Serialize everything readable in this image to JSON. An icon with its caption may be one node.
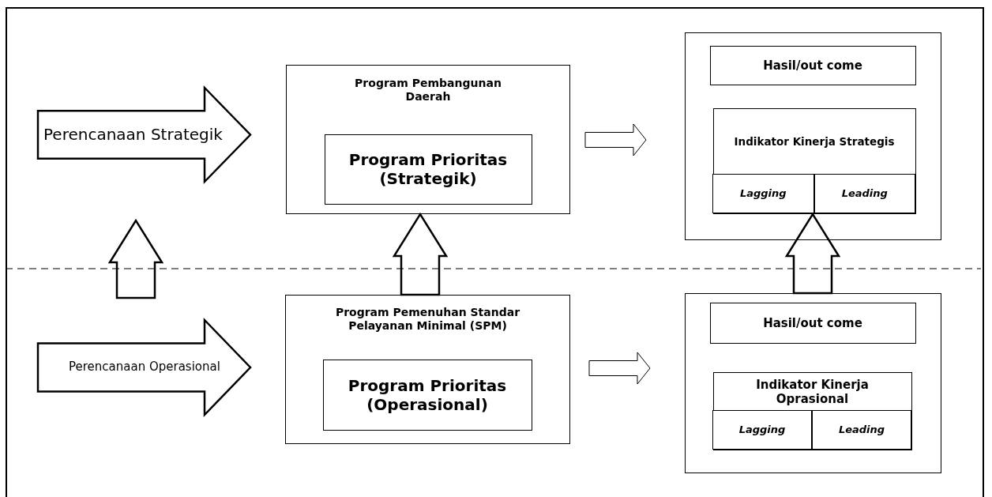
{
  "diagram": {
    "nodes": [
      {
        "text": [
          "Perencanaan Strategik"
        ]
      },
      {
        "text": [
          "Program Pembangunan Daerah"
        ]
      },
      {
        "text": [
          "Program Prioritas (Strategik)"
        ],
        "in": 1
      },
      {
        "text": [],
        "shape": "box"
      },
      {
        "text": [
          "Hasil/out come"
        ],
        "in": 3
      },
      {
        "text": [
          "Indikator Kinerja Strategis"
        ],
        "in": 3
      },
      {
        "text": [
          "Lagging"
        ],
        "in": 5
      },
      {
        "text": [
          "Leading"
        ],
        "in": 5
      },
      {
        "text": [
          "Perencanaan Operasional"
        ]
      },
      {
        "text": [
          "Program Pemenuhan Standar Pelayanan Minimal (SPM)"
        ]
      },
      {
        "text": [
          "Program Prioritas (Operasional)"
        ],
        "in": 9
      },
      {
        "text": [],
        "shape": "box"
      },
      {
        "text": [
          "Hasil/out come"
        ],
        "in": 11
      },
      {
        "text": [
          "Indikator Kinerja Oprasional"
        ],
        "in": 11
      },
      {
        "text": [
          "Lagging"
        ],
        "in": 13
      },
      {
        "text": [
          "Leading"
        ],
        "in": 13
      }
    ],
    "edges": [
      {
        "from": 8,
        "to": 0,
        "arrow": "to",
        "style": "thick"
      },
      {
        "from": 9,
        "to": 1,
        "arrow": "to",
        "style": "thick"
      },
      {
        "from": 11,
        "to": 5,
        "arrow": "to",
        "style": "thick"
      },
      {
        "from": 1,
        "to": 3,
        "arrow": "to"
      },
      {
        "from": 9,
        "to": 11,
        "arrow": "to"
      }
    ]
  }
}
